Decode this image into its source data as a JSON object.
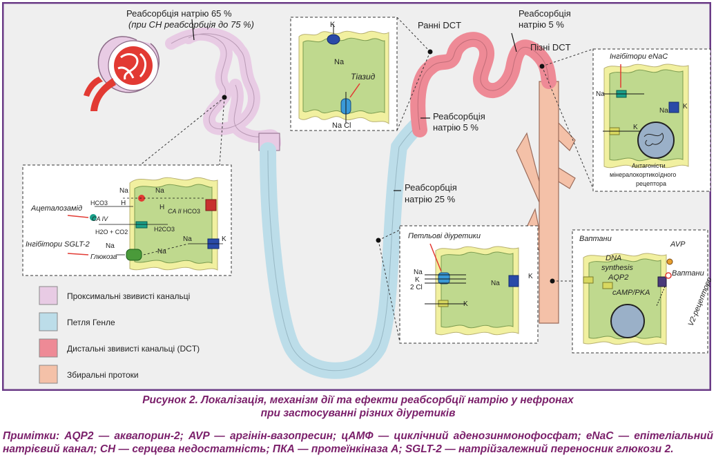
{
  "figure": {
    "labels": {
      "proximal_reabs": "Реабсорбція натрію 65 %",
      "proximal_reabs_hf": "(при СН реабсорбція до 75 %)",
      "early_dct": "Ранні DCT",
      "dct_reabs_line1": "Реабсорбція",
      "dct_reabs_line2": "натрію 5 %",
      "late_dct": "Пізні DCT",
      "early_reabs_line1": "Реабсорбція",
      "early_reabs_line2": "натрію 5 %",
      "loop_reabs_line1": "Реабсорбція",
      "loop_reabs_line2": "натрію 25 %"
    },
    "insets": {
      "thiazide": {
        "title": "Тіазид",
        "k": "K",
        "na": "Na",
        "na_cl": "Na Cl"
      },
      "proximal": {
        "acetazolamide": "Ацеталозамід",
        "sglt2": "Інгібітори SGLT-2",
        "ca_iv": "CA IV",
        "ca_ii": "CA II",
        "hco3": "HCO3",
        "h": "H",
        "h2o_co2": "H2O + CO2",
        "h2co3": "H2CO3",
        "na": "Na",
        "k": "K",
        "glucose": "Глюкоза"
      },
      "enac": {
        "title": "Інгібітори eNaC",
        "na": "Na",
        "k": "K",
        "antag_line1": "Антагоністи",
        "antag_line2": "мінералокортикоїдного",
        "antag_line3": "рецептора"
      },
      "loop": {
        "title": "Петльові діуретики",
        "na": "Na",
        "k": "K",
        "cl": "2 Cl"
      },
      "vaptan": {
        "title": "Ваптани",
        "avp": "AVP",
        "vaptans": "Ваптани",
        "dna1": "DNA",
        "dna2": "synthesis",
        "dna3": "AQP2",
        "camp": "cAMP/PKA",
        "v2": "V2-рецептори"
      }
    },
    "legend": [
      {
        "label": "Проксимальні звивисті канальці",
        "color": "#e8cbe4"
      },
      {
        "label": "Петля Генле",
        "color": "#bcdde9"
      },
      {
        "label": "Дистальні звивисті канальці (DCT)",
        "color": "#ee8a96"
      },
      {
        "label": "Збиральні протоки",
        "color": "#f4c1a8"
      }
    ],
    "colors": {
      "frame": "#6a3a86",
      "background": "#efefef",
      "cell": "#bfd98e",
      "membrane": "#f1f0a0"
    }
  },
  "caption": {
    "line1": "Рисунок 2. Локалізація, механізм дії та ефекти реабсорбції натрію у нефронах",
    "line2": "при застосуванні різних діуретиків"
  },
  "notes": "Примітки: AQP2 — аквапорин-2; AVP — аргінін-вазопресин; цАМФ — циклічний аденозинмонофосфат; eNaC — епітеліальний натрієвий канал; СН — серцева недостатність; ПКА — протеїнкіназа А; SGLT-2 — натрійзалежний переносник глюкози 2."
}
